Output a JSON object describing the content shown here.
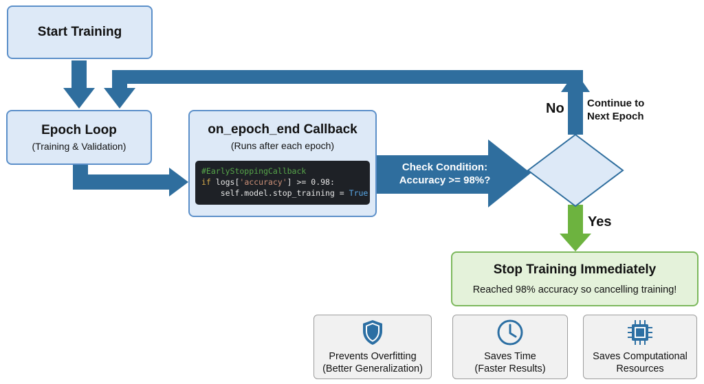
{
  "nodes": {
    "start": {
      "title": "Start Training"
    },
    "epoch_loop": {
      "title": "Epoch Loop",
      "subtitle": "(Training & Validation)"
    },
    "callback": {
      "title": "on_epoch_end Callback",
      "subtitle": "(Runs after each epoch)"
    },
    "stop": {
      "title": "Stop Training Immediately",
      "subtitle": "Reached 98% accuracy so cancelling training!"
    }
  },
  "code": {
    "line1": "#EarlyStoppingCallback",
    "line2_kw": "if",
    "line2_mid": " logs[",
    "line2_str": "'accuracy'",
    "line2_end": "] >= 0.98:",
    "line3_main": "    self.model.stop_training = ",
    "line3_bool": "True"
  },
  "edges": {
    "check_line1": "Check Condition:",
    "check_line2": "Accuracy >= 98%?",
    "no": "No",
    "continue_line1": "Continue to",
    "continue_line2": "Next Epoch",
    "yes": "Yes"
  },
  "benefits": [
    {
      "line1": "Prevents Overfitting",
      "line2": "(Better Generalization)",
      "icon": "shield-icon"
    },
    {
      "line1": "Saves Time",
      "line2": "(Faster Results)",
      "icon": "clock-icon"
    },
    {
      "line1": "Saves Computational",
      "line2": "Resources",
      "icon": "chip-icon"
    }
  ],
  "colors": {
    "arrow_blue": "#2f6e9e",
    "arrow_green": "#6db33f",
    "box_blue_fill": "#dde9f7",
    "box_green_fill": "#e4f2da",
    "icon_blue": "#2c6fa3"
  }
}
